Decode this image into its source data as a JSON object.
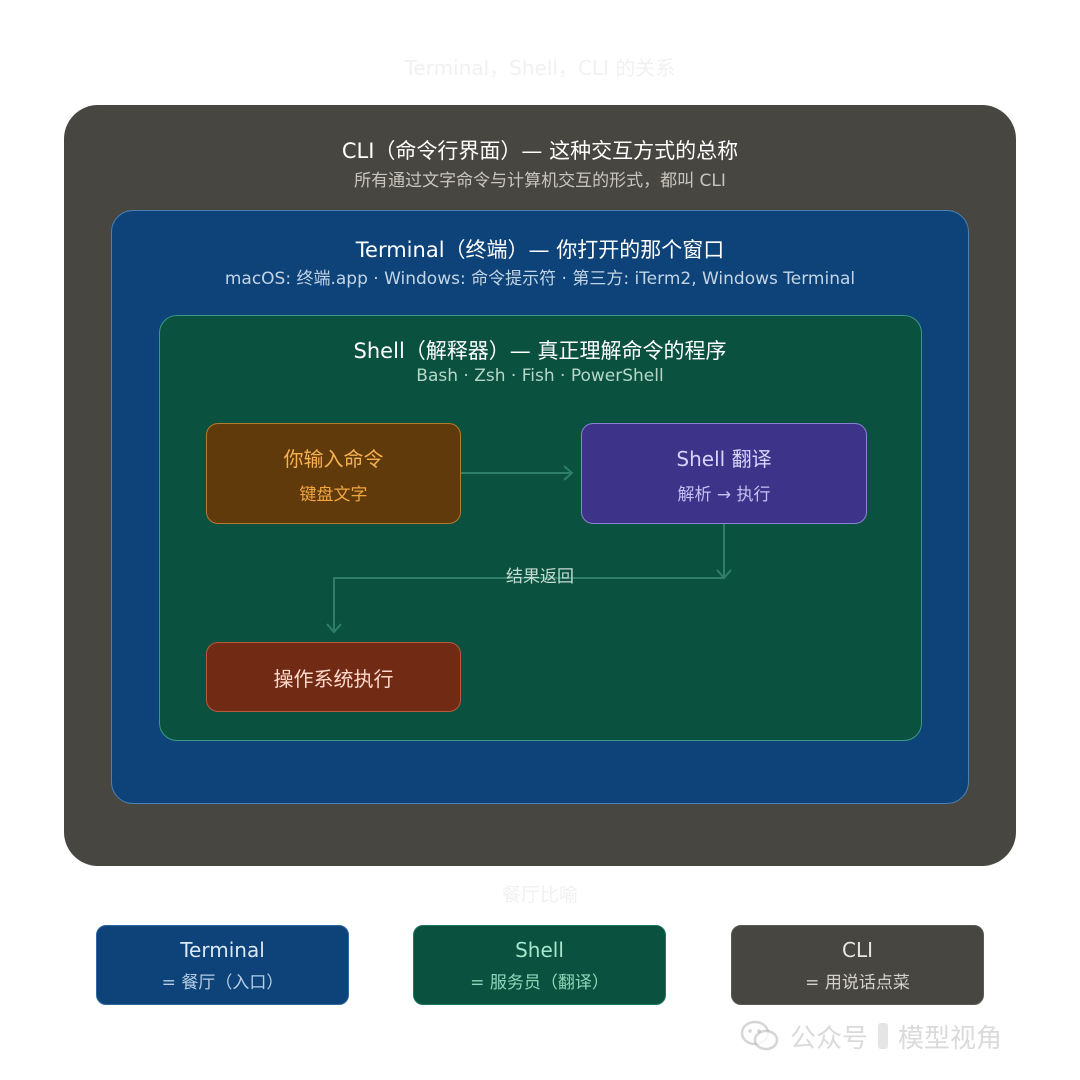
{
  "title": "Terminal，Shell，CLI 的关系",
  "cli": {
    "title": "CLI（命令行界面）— 这种交互方式的总称",
    "subtitle": "所有通过文字命令与计算机交互的形式，都叫 CLI"
  },
  "terminal": {
    "title": "Terminal（终端）— 你打开的那个窗口",
    "subtitle": "macOS: 终端.app · Windows: 命令提示符 · 第三方: iTerm2, Windows Terminal"
  },
  "shell": {
    "title": "Shell（解释器）— 真正理解命令的程序",
    "subtitle": "Bash · Zsh · Fish · PowerShell"
  },
  "flow": {
    "input": {
      "title": "你输入命令",
      "subtitle": "键盘文字"
    },
    "translate": {
      "title": "Shell 翻译",
      "subtitle": "解析 → 执行"
    },
    "os": {
      "title": "操作系统执行"
    },
    "return_label": "结果返回"
  },
  "legend": {
    "title": "餐厅比喻",
    "cards": [
      {
        "name": "Terminal",
        "desc": "= 餐厅（入口）"
      },
      {
        "name": "Shell",
        "desc": "= 服务员（翻译）"
      },
      {
        "name": "CLI",
        "desc": "= 用说话点菜"
      }
    ]
  },
  "watermark": {
    "left": "公众号",
    "right": "模型视角",
    "icon": "wechat-icon"
  },
  "colors": {
    "cli": "#474641",
    "terminal": "#0d4378",
    "shell": "#0a5140",
    "input": "#613a0b",
    "translate": "#3d3388",
    "os": "#712a14"
  }
}
